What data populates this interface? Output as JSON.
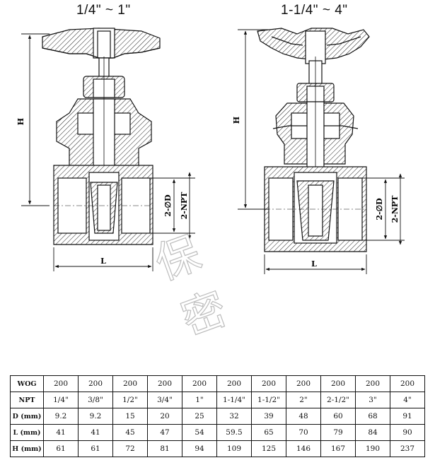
{
  "titles": {
    "left": "1/4\" ~ 1\"",
    "right": "1-1/4\" ~ 4\""
  },
  "dimension_labels": {
    "height": "H",
    "length": "L",
    "diameter": "2-∅D",
    "thread": "2-NPT"
  },
  "watermark_chars": [
    "保",
    "密"
  ],
  "table": {
    "rows": [
      {
        "label": "WOG",
        "cells": [
          "200",
          "200",
          "200",
          "200",
          "200",
          "200",
          "200",
          "200",
          "200",
          "200",
          "200"
        ]
      },
      {
        "label": "NPT",
        "cells": [
          "1/4\"",
          "3/8\"",
          "1/2\"",
          "3/4\"",
          "1\"",
          "1-1/4\"",
          "1-1/2\"",
          "2\"",
          "2-1/2\"",
          "3\"",
          "4\""
        ]
      },
      {
        "label": "D (mm)",
        "cells": [
          "9.2",
          "9.2",
          "15",
          "20",
          "25",
          "32",
          "39",
          "48",
          "60",
          "68",
          "91"
        ]
      },
      {
        "label": "L (mm)",
        "cells": [
          "41",
          "41",
          "45",
          "47",
          "54",
          "59.5",
          "65",
          "70",
          "79",
          "84",
          "90"
        ]
      },
      {
        "label": "H (mm)",
        "cells": [
          "61",
          "61",
          "72",
          "81",
          "94",
          "109",
          "125",
          "146",
          "167",
          "190",
          "237"
        ]
      }
    ]
  }
}
